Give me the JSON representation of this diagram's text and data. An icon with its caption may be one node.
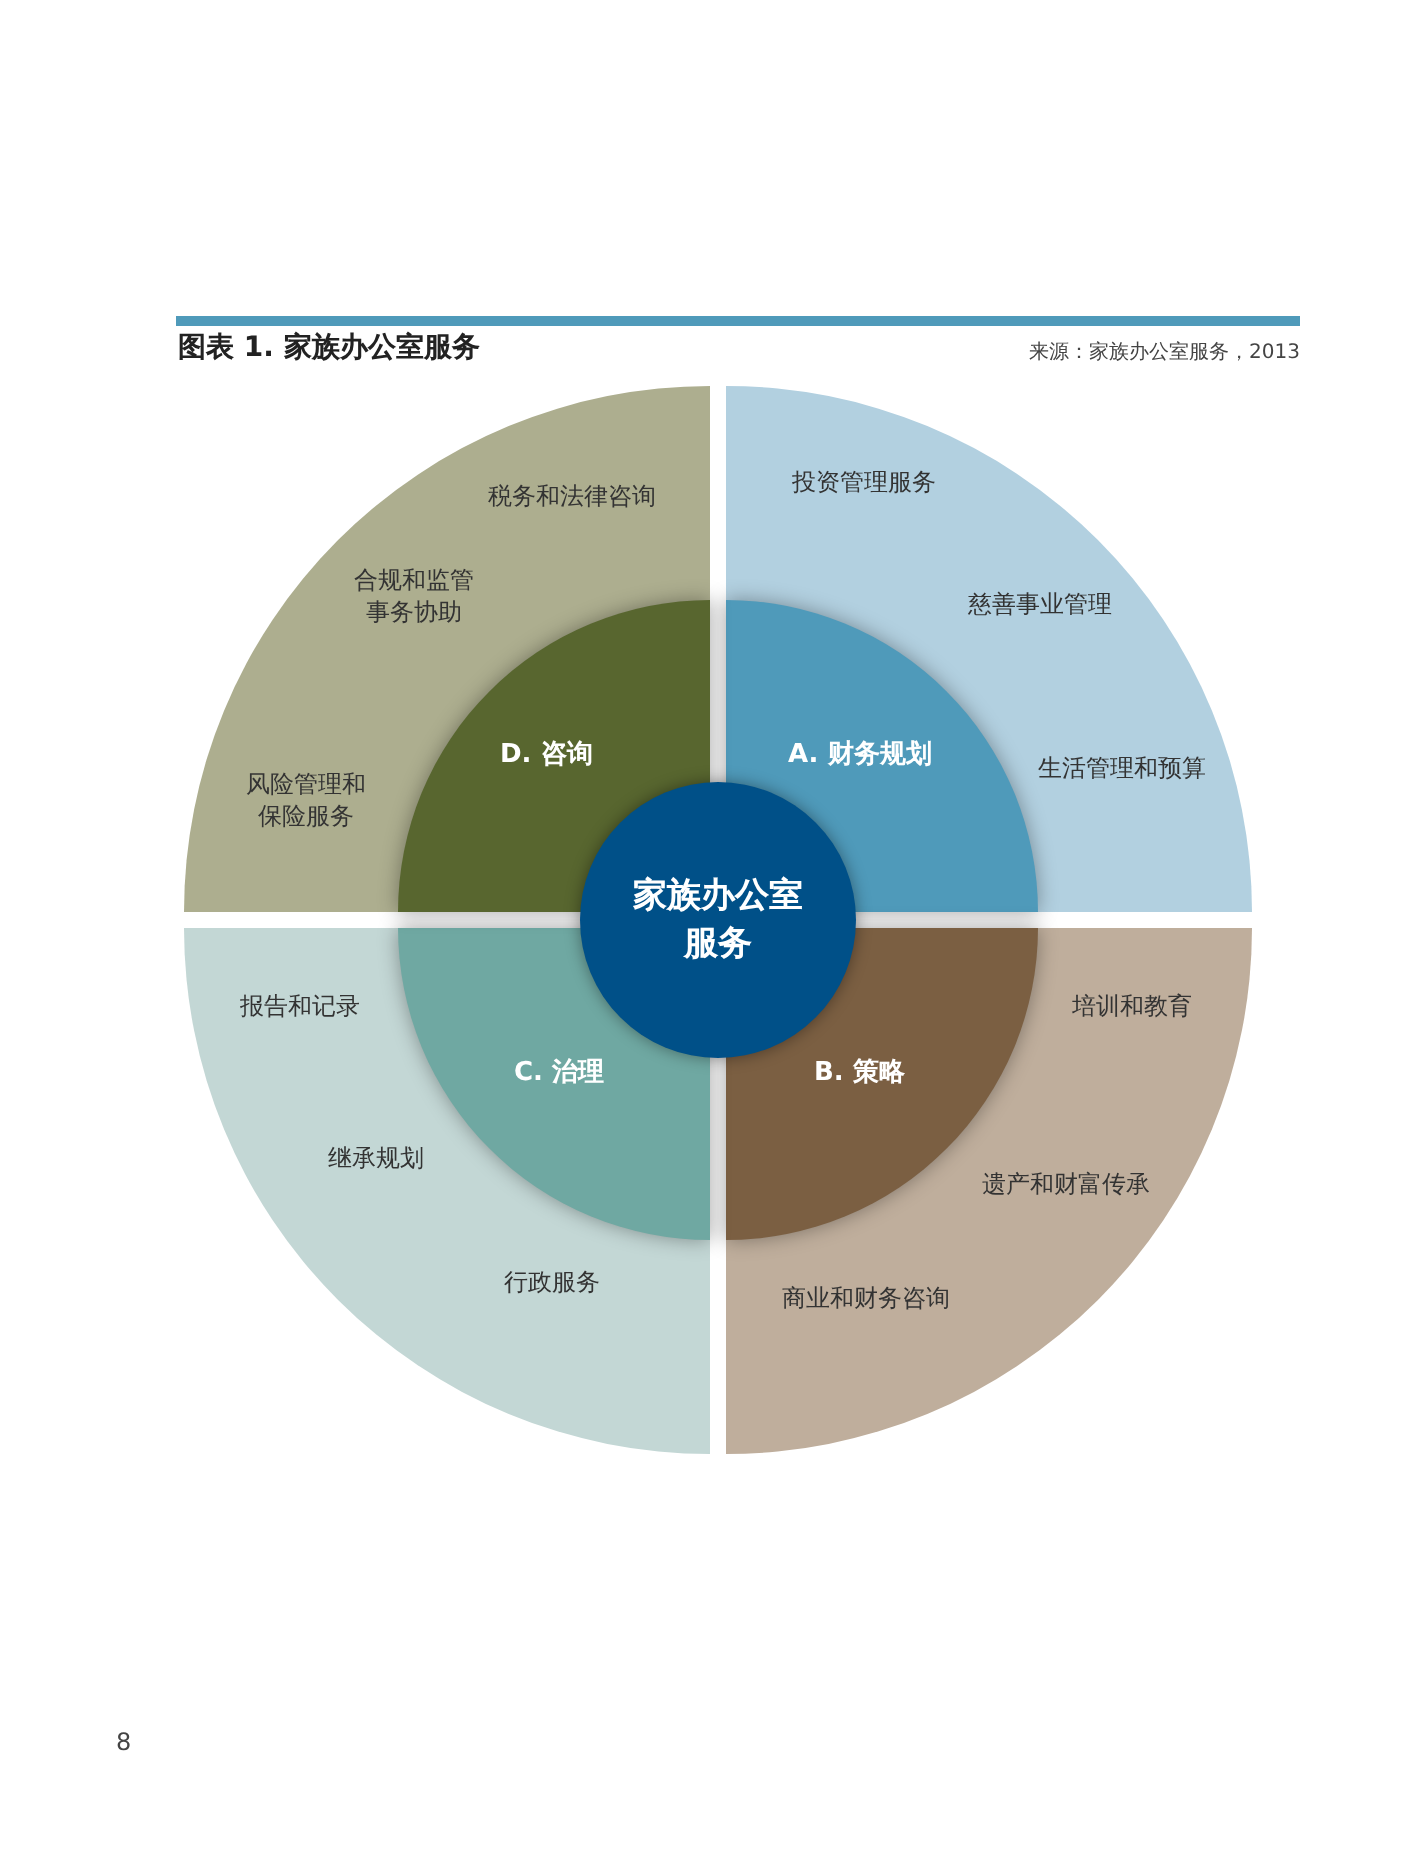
{
  "diagram": {
    "title": "图表 1. 家族办公室服务",
    "nodes": [
      {
        "text": [
          "家族办公室服务"
        ]
      },
      {
        "text": [
          "投资管理服务",
          "慈善事业管理",
          "生活管理和预算"
        ]
      },
      {
        "text": [
          "A. 财务规划"
        ],
        "in": 1
      },
      {
        "text": [
          "培训和教育",
          "遗产和财富传承",
          "商业和财务咨询"
        ]
      },
      {
        "text": [
          "B. 策略"
        ],
        "in": 3
      },
      {
        "text": [
          "报告和记录",
          "继承规划",
          "行政服务"
        ]
      },
      {
        "text": [
          "C. 治理"
        ],
        "in": 5
      },
      {
        "text": [
          "税务和法律咨询",
          "合规和监管事务协助",
          "风险管理和保险服务"
        ]
      },
      {
        "text": [
          "D. 咨询"
        ],
        "in": 7
      }
    ],
    "labels": [
      "来源：家族办公室服务，2013",
      "8"
    ]
  }
}
